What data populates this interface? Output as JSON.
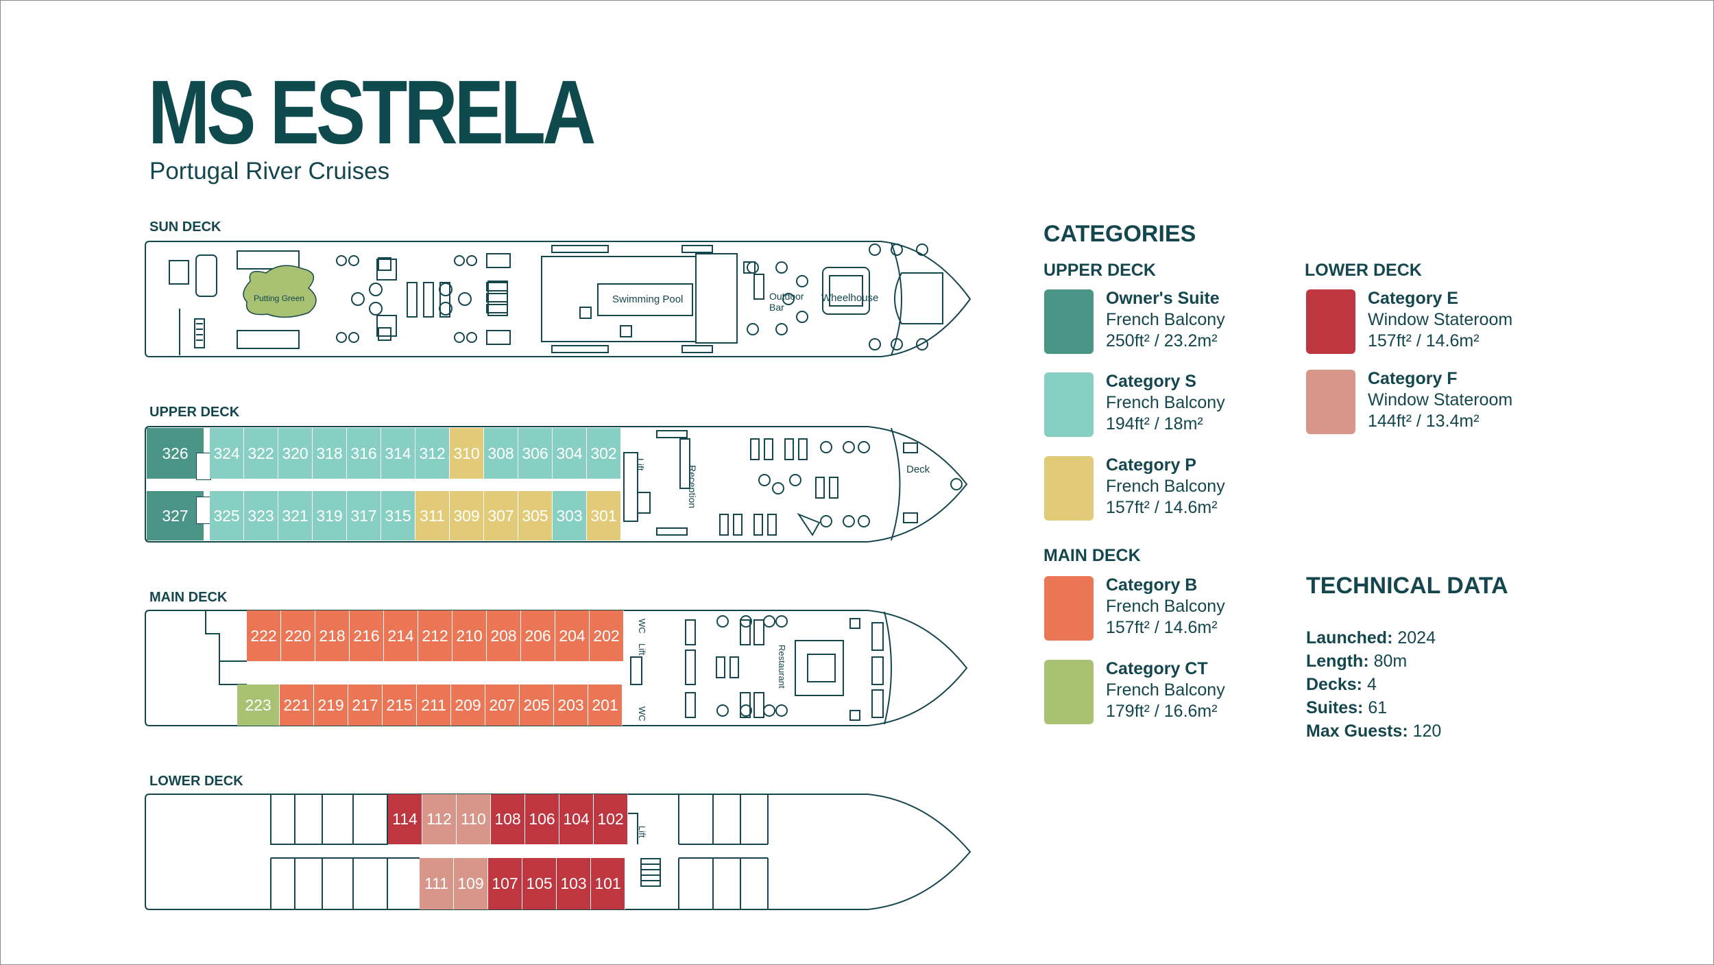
{
  "header": {
    "title": "MS ESTRELA",
    "subtitle": "Portugal River Cruises"
  },
  "colors": {
    "outline": "#14464d",
    "owners_suite": "#4a9585",
    "category_s": "#88cfc3",
    "category_p": "#e2cb78",
    "category_b": "#ea7656",
    "category_ct": "#a9c173",
    "category_e": "#bd3640",
    "category_f": "#d8968a",
    "putting_green": "#a9c173"
  },
  "decks": {
    "sun": {
      "label": "SUN DECK",
      "areas": {
        "putting_green": "Putting Green",
        "pool": "Swimming Pool",
        "bar": "Outdoor Bar",
        "wheelhouse": "Wheelhouse"
      }
    },
    "upper": {
      "label": "UPPER DECK",
      "areas": {
        "lift": "Lift",
        "reception": "Reception",
        "deck": "Deck"
      },
      "suites_top": [
        "326"
      ],
      "suites_bottom": [
        "327"
      ],
      "top": [
        {
          "n": "324",
          "c": "s"
        },
        {
          "n": "322",
          "c": "s"
        },
        {
          "n": "320",
          "c": "s"
        },
        {
          "n": "318",
          "c": "s"
        },
        {
          "n": "316",
          "c": "s"
        },
        {
          "n": "314",
          "c": "s"
        },
        {
          "n": "312",
          "c": "s"
        },
        {
          "n": "310",
          "c": "p"
        },
        {
          "n": "308",
          "c": "s"
        },
        {
          "n": "306",
          "c": "s"
        },
        {
          "n": "304",
          "c": "s"
        },
        {
          "n": "302",
          "c": "s"
        }
      ],
      "bottom": [
        {
          "n": "325",
          "c": "s"
        },
        {
          "n": "323",
          "c": "s"
        },
        {
          "n": "321",
          "c": "s"
        },
        {
          "n": "319",
          "c": "s"
        },
        {
          "n": "317",
          "c": "s"
        },
        {
          "n": "315",
          "c": "s"
        },
        {
          "n": "311",
          "c": "p"
        },
        {
          "n": "309",
          "c": "p"
        },
        {
          "n": "307",
          "c": "p"
        },
        {
          "n": "305",
          "c": "p"
        },
        {
          "n": "303",
          "c": "s"
        },
        {
          "n": "301",
          "c": "p"
        }
      ]
    },
    "main": {
      "label": "MAIN DECK",
      "areas": {
        "wc_top": "WC",
        "lift": "Lift",
        "wc_bottom": "WC",
        "restaurant": "Restaurant"
      },
      "top": [
        "222",
        "220",
        "218",
        "216",
        "214",
        "212",
        "210",
        "208",
        "206",
        "204",
        "202"
      ],
      "bottom_ct": "223",
      "bottom": [
        "221",
        "219",
        "217",
        "215",
        "211",
        "209",
        "207",
        "205",
        "203",
        "201"
      ]
    },
    "lower": {
      "label": "LOWER DECK",
      "areas": {
        "lift": "Lift"
      },
      "top": [
        {
          "n": "114",
          "c": "e"
        },
        {
          "n": "112",
          "c": "f"
        },
        {
          "n": "110",
          "c": "f"
        },
        {
          "n": "108",
          "c": "e"
        },
        {
          "n": "106",
          "c": "e"
        },
        {
          "n": "104",
          "c": "e"
        },
        {
          "n": "102",
          "c": "e"
        }
      ],
      "bottom": [
        {
          "n": "111",
          "c": "f"
        },
        {
          "n": "109",
          "c": "f"
        },
        {
          "n": "107",
          "c": "e"
        },
        {
          "n": "105",
          "c": "e"
        },
        {
          "n": "103",
          "c": "e"
        },
        {
          "n": "101",
          "c": "e"
        }
      ]
    }
  },
  "legend": {
    "heading": "CATEGORIES",
    "upper_deck_heading": "UPPER DECK",
    "lower_deck_heading": "LOWER DECK",
    "main_deck_heading": "MAIN DECK",
    "owners": {
      "name": "Owner's Suite",
      "type": "French Balcony",
      "size": "250ft² / 23.2m²"
    },
    "s": {
      "name": "Category S",
      "type": "French Balcony",
      "size": "194ft² / 18m²"
    },
    "p": {
      "name": "Category P",
      "type": "French Balcony",
      "size": "157ft² / 14.6m²"
    },
    "e": {
      "name": "Category E",
      "type": "Window Stateroom",
      "size": "157ft² / 14.6m²"
    },
    "f": {
      "name": "Category F",
      "type": "Window Stateroom",
      "size": "144ft² / 13.4m²"
    },
    "b": {
      "name": "Category B",
      "type": "French Balcony",
      "size": "157ft² / 14.6m²"
    },
    "ct": {
      "name": "Category CT",
      "type": "French Balcony",
      "size": "179ft² / 16.6m²"
    }
  },
  "technical": {
    "heading": "TECHNICAL DATA",
    "rows": [
      {
        "k": "Launched:",
        "v": "2024"
      },
      {
        "k": "Length:",
        "v": "80m"
      },
      {
        "k": "Decks:",
        "v": "4"
      },
      {
        "k": "Suites:",
        "v": "61"
      },
      {
        "k": "Max Guests:",
        "v": "120"
      }
    ]
  }
}
